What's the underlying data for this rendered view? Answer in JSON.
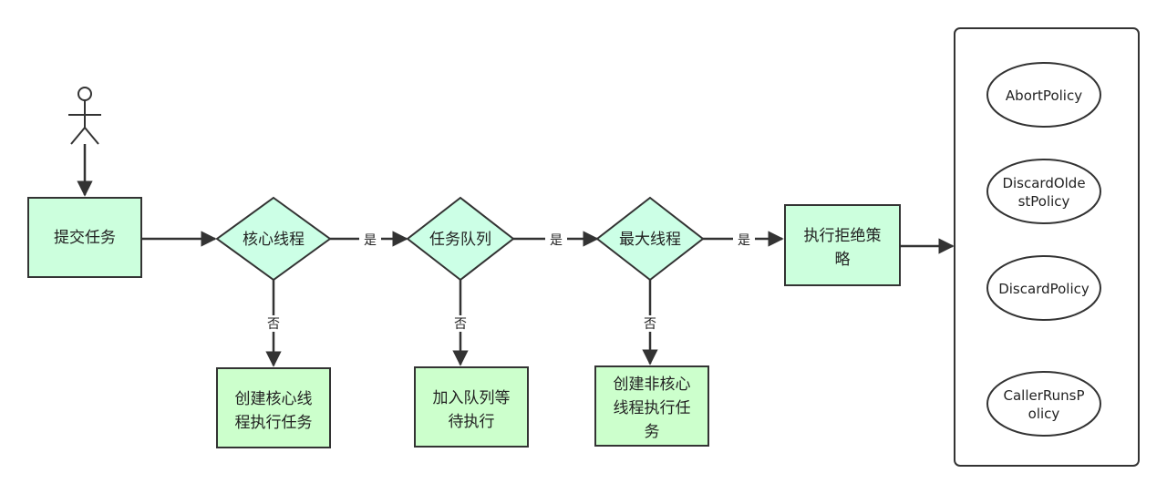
{
  "nodes": {
    "submit": "提交任务",
    "core_thread": "核心线程",
    "task_queue": "任务队列",
    "max_thread": "最大线程",
    "reject_line1": "执行拒绝策",
    "reject_line2": "略",
    "create_core_line1": "创建核心线",
    "create_core_line2": "程执行任务",
    "enqueue_line1": "加入队列等",
    "enqueue_line2": "待执行",
    "create_noncore_line1": "创建非核心",
    "create_noncore_line2": "线程执行任",
    "create_noncore_line3": "务"
  },
  "edges": {
    "yes": "是",
    "no": "否"
  },
  "policies": {
    "abort": "AbortPolicy",
    "discard_oldest_line1": "DiscardOlde",
    "discard_oldest_line2": "stPolicy",
    "discard": "DiscardPolicy",
    "caller_runs_line1": "CallerRunsP",
    "caller_runs_line2": "olicy"
  },
  "colors": {
    "box_fill": "#ccffdd",
    "dark_box_fill": "#ccffcc",
    "diamond_fill": "#ccffe6",
    "stroke": "#333333"
  }
}
